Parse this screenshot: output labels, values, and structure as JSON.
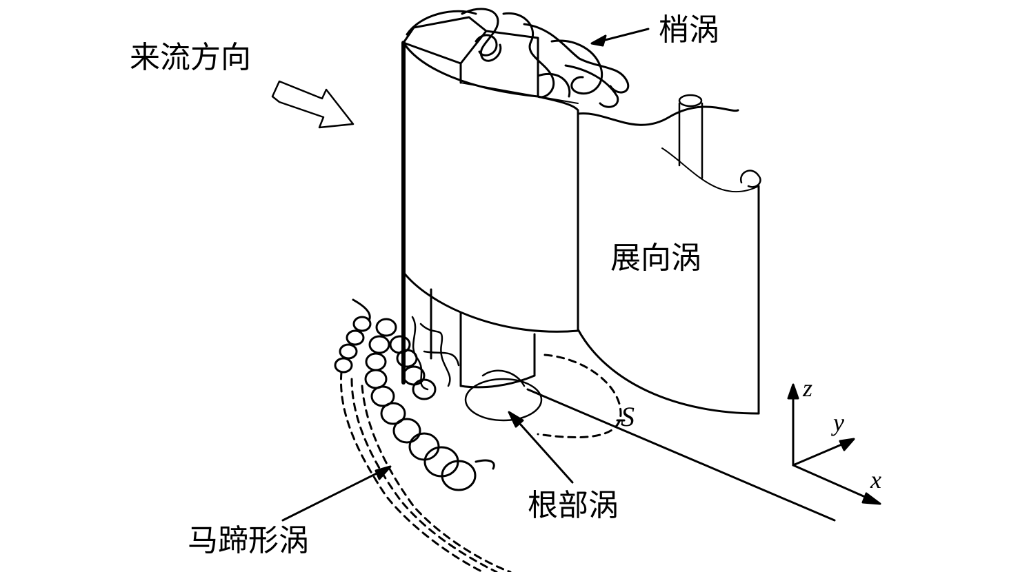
{
  "labels": {
    "inflow_direction": "来流方向",
    "tip_vortex": "梢涡",
    "spanwise_vortex": "展向涡",
    "root_vortex": "根部涡",
    "horseshoe_vortex": "马蹄形涡",
    "s_marker": "S"
  },
  "axes": {
    "x": "x",
    "y": "y",
    "z": "z"
  },
  "colors": {
    "ink": "#000000",
    "background": "#ffffff"
  }
}
